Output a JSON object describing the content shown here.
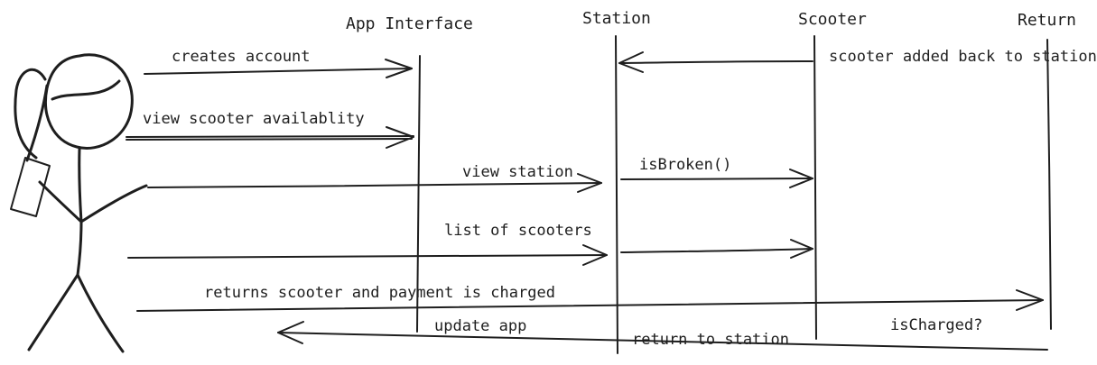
{
  "participants": {
    "app": "App Interface",
    "station": "Station",
    "scooter": "Scooter",
    "return": "Return"
  },
  "messages": {
    "creates_account": "creates account",
    "scooter_added": "scooter added back to station",
    "view_availability": "view scooter availablity",
    "view_station": "view station",
    "is_broken": "isBroken()",
    "list_scooters": "list of scooters",
    "returns_scooter": "returns scooter and payment is charged",
    "update_app": "update app",
    "is_charged": "isCharged?",
    "return_to_station": "return to station"
  },
  "colors": {
    "stroke": "#1e1e1e",
    "background": "#ffffff"
  }
}
